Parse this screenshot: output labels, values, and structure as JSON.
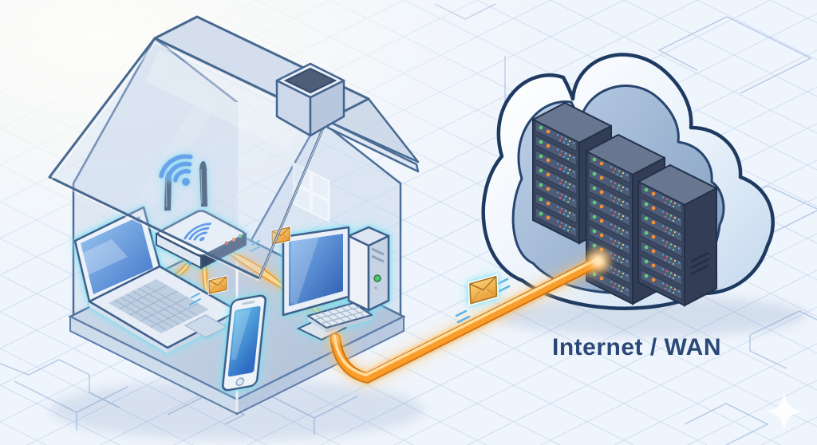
{
  "label": {
    "text": "Internet / WAN",
    "color": "#2a4878",
    "font_size": 30
  },
  "cloud": {
    "name": "internet-cloud",
    "rack_count": 3,
    "rack_units": [
      7,
      9,
      7
    ],
    "led_green": "#5ece6e",
    "led_orange": "#ee8f3c",
    "outline": "#1f3a60",
    "fill_light": "#ffffff",
    "fill_shade": "#c9dbee"
  },
  "house": {
    "devices": [
      "wifi-router",
      "laptop",
      "smartphone",
      "desktop-computer"
    ],
    "router_leds": [
      "#e34b4b",
      "#ee8a3c",
      "#58c878"
    ],
    "wifi_color": "#2f7fe8",
    "glass_outline": "#4e6f9c",
    "glow_color": "#5fdcf2"
  },
  "link": {
    "cable_color": "#fb9d2b",
    "cable_highlight": "#ffdf9f",
    "envelope_color": "#f3ab3f",
    "envelope_count": 3,
    "speed_line_color": "#58b2e8"
  },
  "background": {
    "base": "#eff5fc",
    "grid": "#b7cce8",
    "accent": "#a7c1e2"
  }
}
